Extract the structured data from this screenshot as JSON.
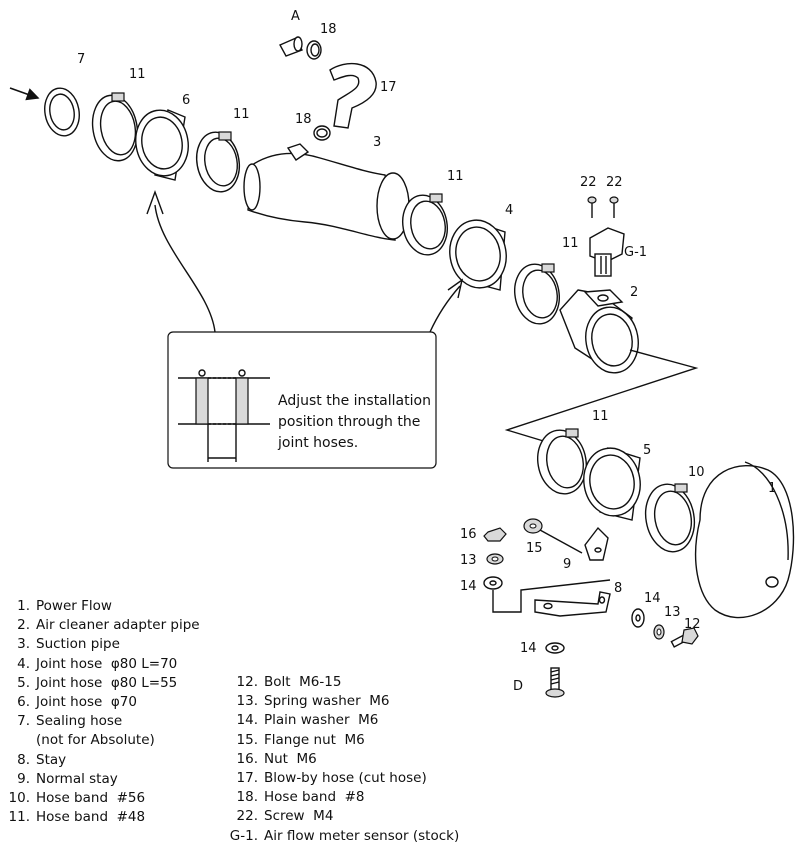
{
  "labels": {
    "A": "A",
    "D": "D",
    "p1": "1",
    "p2": "2",
    "p3": "3",
    "p4": "4",
    "p5": "5",
    "p6": "6",
    "p7": "7",
    "p8": "8",
    "p9": "9",
    "p10": "10",
    "p11": "11",
    "p12": "12",
    "p13": "13",
    "p14": "14",
    "p15": "15",
    "p16": "16",
    "p17": "17",
    "p18": "18",
    "p22": "22",
    "g1": "G-1"
  },
  "note": {
    "line1": "Adjust the installation",
    "line2": "position through the",
    "line3": "joint hoses."
  },
  "legend_left": [
    {
      "num": "1.",
      "text": "Power Flow"
    },
    {
      "num": "2.",
      "text": "Air cleaner adapter pipe"
    },
    {
      "num": "3.",
      "text": "Suction pipe"
    },
    {
      "num": "4.",
      "text": "Joint hose  φ80 L=70"
    },
    {
      "num": "5.",
      "text": "Joint hose  φ80 L=55"
    },
    {
      "num": "6.",
      "text": "Joint hose  φ70"
    },
    {
      "num": "7.",
      "text": "Sealing hose"
    },
    {
      "num": "",
      "text": "(not for Absolute)"
    },
    {
      "num": "8.",
      "text": "Stay"
    },
    {
      "num": "9.",
      "text": "Normal stay"
    },
    {
      "num": "10.",
      "text": "Hose band  #56"
    },
    {
      "num": "11.",
      "text": "Hose band  #48"
    }
  ],
  "legend_right": [
    {
      "num": "12.",
      "text": "Bolt  M6-15"
    },
    {
      "num": "13.",
      "text": "Spring washer  M6"
    },
    {
      "num": "14.",
      "text": "Plain washer  M6"
    },
    {
      "num": "15.",
      "text": "Flange nut  M6"
    },
    {
      "num": "16.",
      "text": "Nut  M6"
    },
    {
      "num": "17.",
      "text": "Blow-by hose (cut hose)"
    },
    {
      "num": "18.",
      "text": "Hose band  #8"
    },
    {
      "num": "22.",
      "text": "Screw  M4"
    },
    {
      "num": "G-1.",
      "text": "Air flow meter sensor (stock)"
    }
  ]
}
